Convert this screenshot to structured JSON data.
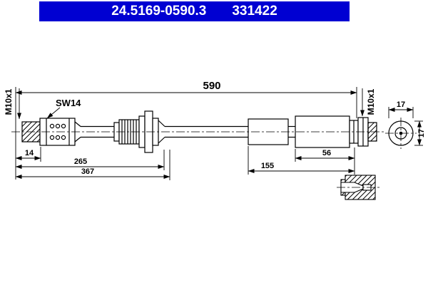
{
  "header": {
    "part_number": "24.5169-0590.3",
    "ref_number": "331422"
  },
  "colors": {
    "header_bg": "#0000d2",
    "line": "#000000",
    "background": "#ffffff"
  },
  "labels": {
    "overall_length": "590",
    "thread_left": "M10x1",
    "thread_right": "M10x1",
    "wrench_size": "SW14",
    "dim_14": "14",
    "dim_265": "265",
    "dim_367": "367",
    "dim_155": "155",
    "dim_56": "56",
    "end_dia_h": "17",
    "end_dia_v": "17"
  }
}
